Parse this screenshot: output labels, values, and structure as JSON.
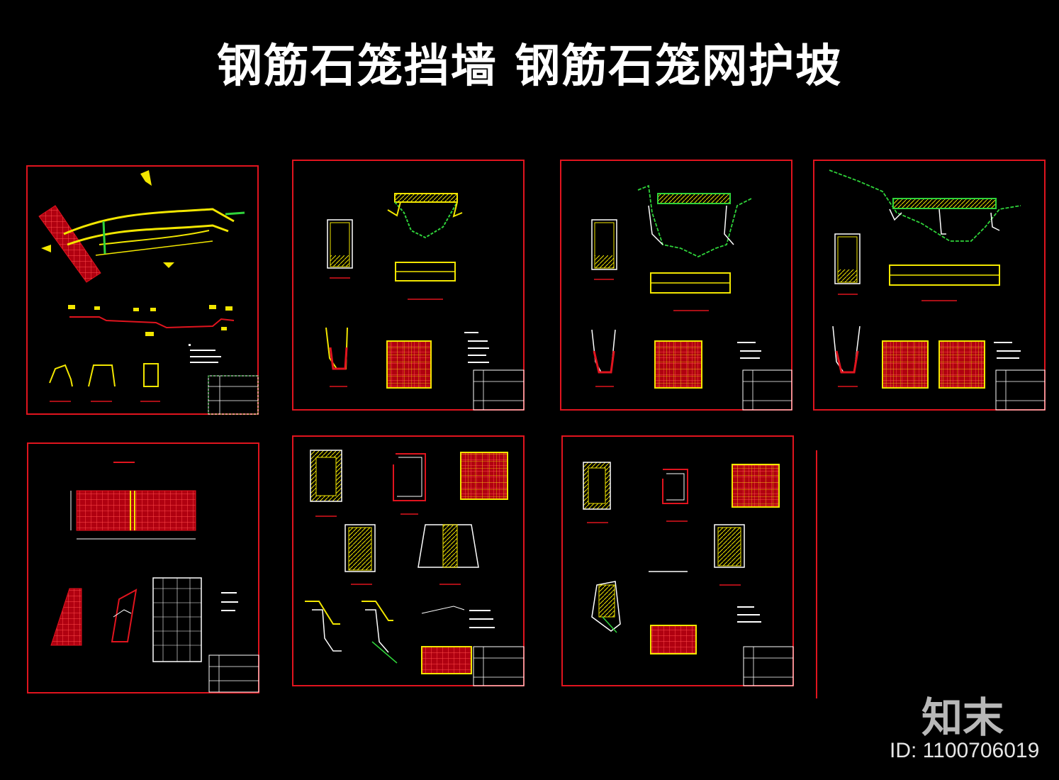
{
  "title": "钢筋石笼挡墙  钢筋石笼网护坡",
  "colors": {
    "background": "#000000",
    "frame": "#e0141e",
    "linework_yellow": "#f2e600",
    "linework_green": "#2fd33a",
    "linework_white": "#ffffff",
    "rebar_red": "#e0141e"
  },
  "watermark": {
    "logo": "知末",
    "id": "ID: 1100706019"
  }
}
